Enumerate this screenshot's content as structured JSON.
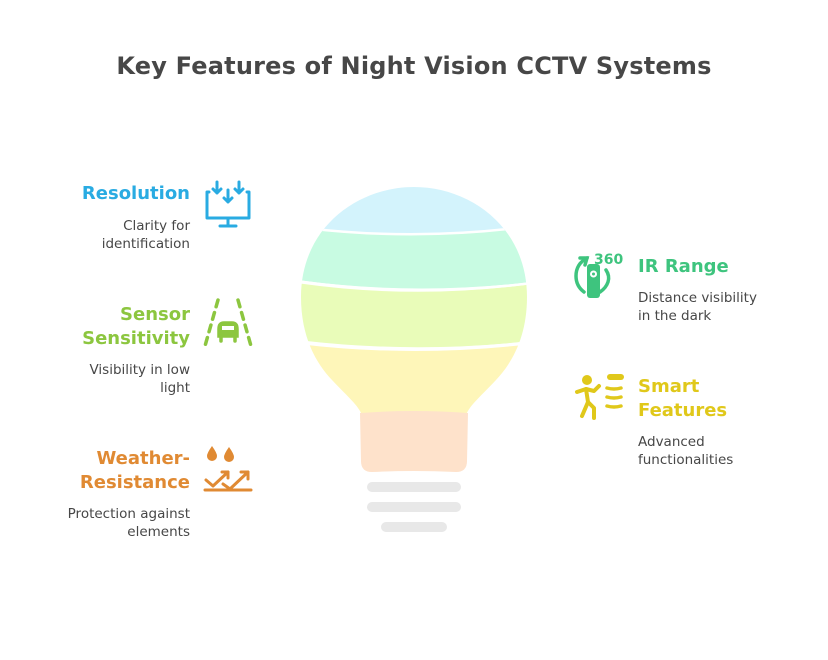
{
  "title": "Key Features of Night Vision CCTV Systems",
  "colors": {
    "resolution": "#29abe2",
    "sensor": "#8cc63f",
    "weather": "#e08a33",
    "ir": "#3ec47e",
    "smart": "#e0c81a",
    "text": "#474747",
    "bulb_band_1": "#d3f3fc",
    "bulb_band_2": "#c8fbe2",
    "bulb_band_3": "#e9fcb9",
    "bulb_band_4": "#fef6b9",
    "bulb_base": "#fee2cb",
    "bulb_lines": "#e8e8e8"
  },
  "features": {
    "resolution": {
      "title": "Resolution",
      "desc_1": "Clarity for",
      "desc_2": "identification",
      "icon": "monitor-download-icon"
    },
    "sensor": {
      "title_1": "Sensor",
      "title_2": "Sensitivity",
      "desc_1": "Visibility in low",
      "desc_2": "light",
      "icon": "road-car-icon"
    },
    "weather": {
      "title_1": "Weather-",
      "title_2": "Resistance",
      "desc_1": "Protection against",
      "desc_2": "elements",
      "icon": "rain-drops-arrows-icon"
    },
    "ir": {
      "title": "IR Range",
      "desc_1": "Distance visibility",
      "desc_2": "in the dark",
      "icon": "camera-360-icon",
      "icon_label": "360"
    },
    "smart": {
      "title_1": "Smart",
      "title_2": "Features",
      "desc_1": "Advanced",
      "desc_2": "functionalities",
      "icon": "motion-sensor-person-icon"
    }
  }
}
